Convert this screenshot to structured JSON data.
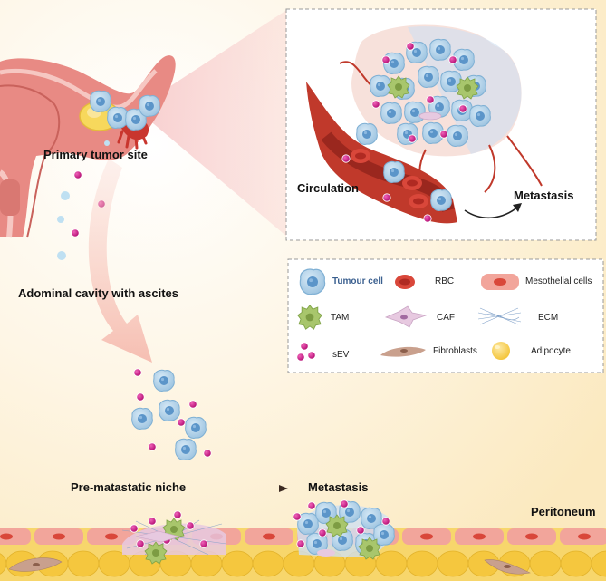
{
  "labels": {
    "primary_tumor_site": "Primary tumor site",
    "circulation": "Circulation",
    "metastasis_inset": "Metastasis",
    "abdominal_cavity": "Adominal cavity with ascites",
    "pre_metastatic_niche": "Pre-matastatic niche",
    "metastasis_bottom": "Metastasis",
    "peritoneum": "Peritoneum"
  },
  "legend": {
    "items": [
      {
        "key": "tumour_cell",
        "label": "Tumour cell",
        "icon": "tumour-cell-icon"
      },
      {
        "key": "rbc",
        "label": "RBC",
        "icon": "rbc-icon"
      },
      {
        "key": "mesothelial",
        "label": "Mesothelial cells",
        "icon": "mesothelial-cell-icon"
      },
      {
        "key": "tam",
        "label": "TAM",
        "icon": "tam-icon"
      },
      {
        "key": "caf",
        "label": "CAF",
        "icon": "caf-icon"
      },
      {
        "key": "ecm",
        "label": "ECM",
        "icon": "ecm-icon"
      },
      {
        "key": "sev",
        "label": "sEV",
        "icon": "sev-icon"
      },
      {
        "key": "fibroblasts",
        "label": "Fibroblasts",
        "icon": "fibroblast-icon"
      },
      {
        "key": "adipocyte",
        "label": "Adipocyte",
        "icon": "adipocyte-icon"
      }
    ]
  },
  "colors": {
    "background": "#fdf3dc",
    "tumour_cell": "#a9cde6",
    "tumour_nucleus": "#5b95c9",
    "rbc": "#d9473a",
    "mesothelial": "#f2a59b",
    "tam": "#a8c66c",
    "caf": "#e7c9e0",
    "sev": "#c2127e",
    "fibroblast": "#c9a08d",
    "adipocyte": "#f5c73e",
    "vessel": "#c0392b"
  }
}
